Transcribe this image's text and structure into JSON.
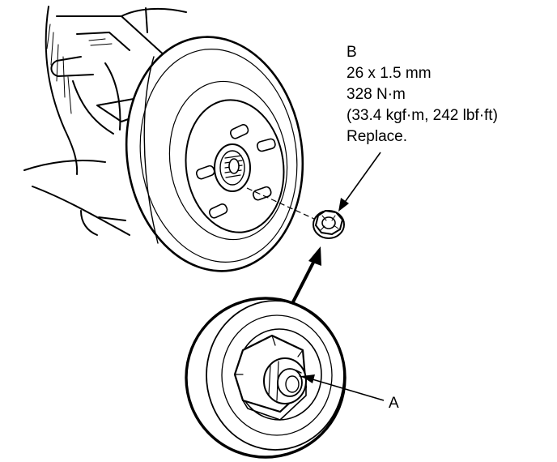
{
  "callouts": {
    "a": {
      "letter": "A"
    },
    "b": {
      "letter": "B",
      "size": "26 x 1.5 mm",
      "torque": "328 N·m",
      "torque_alt": "(33.4 kgf·m, 242 lbf·ft)",
      "note": "Replace."
    }
  },
  "colors": {
    "ink": "#000000",
    "paper": "#ffffff"
  }
}
